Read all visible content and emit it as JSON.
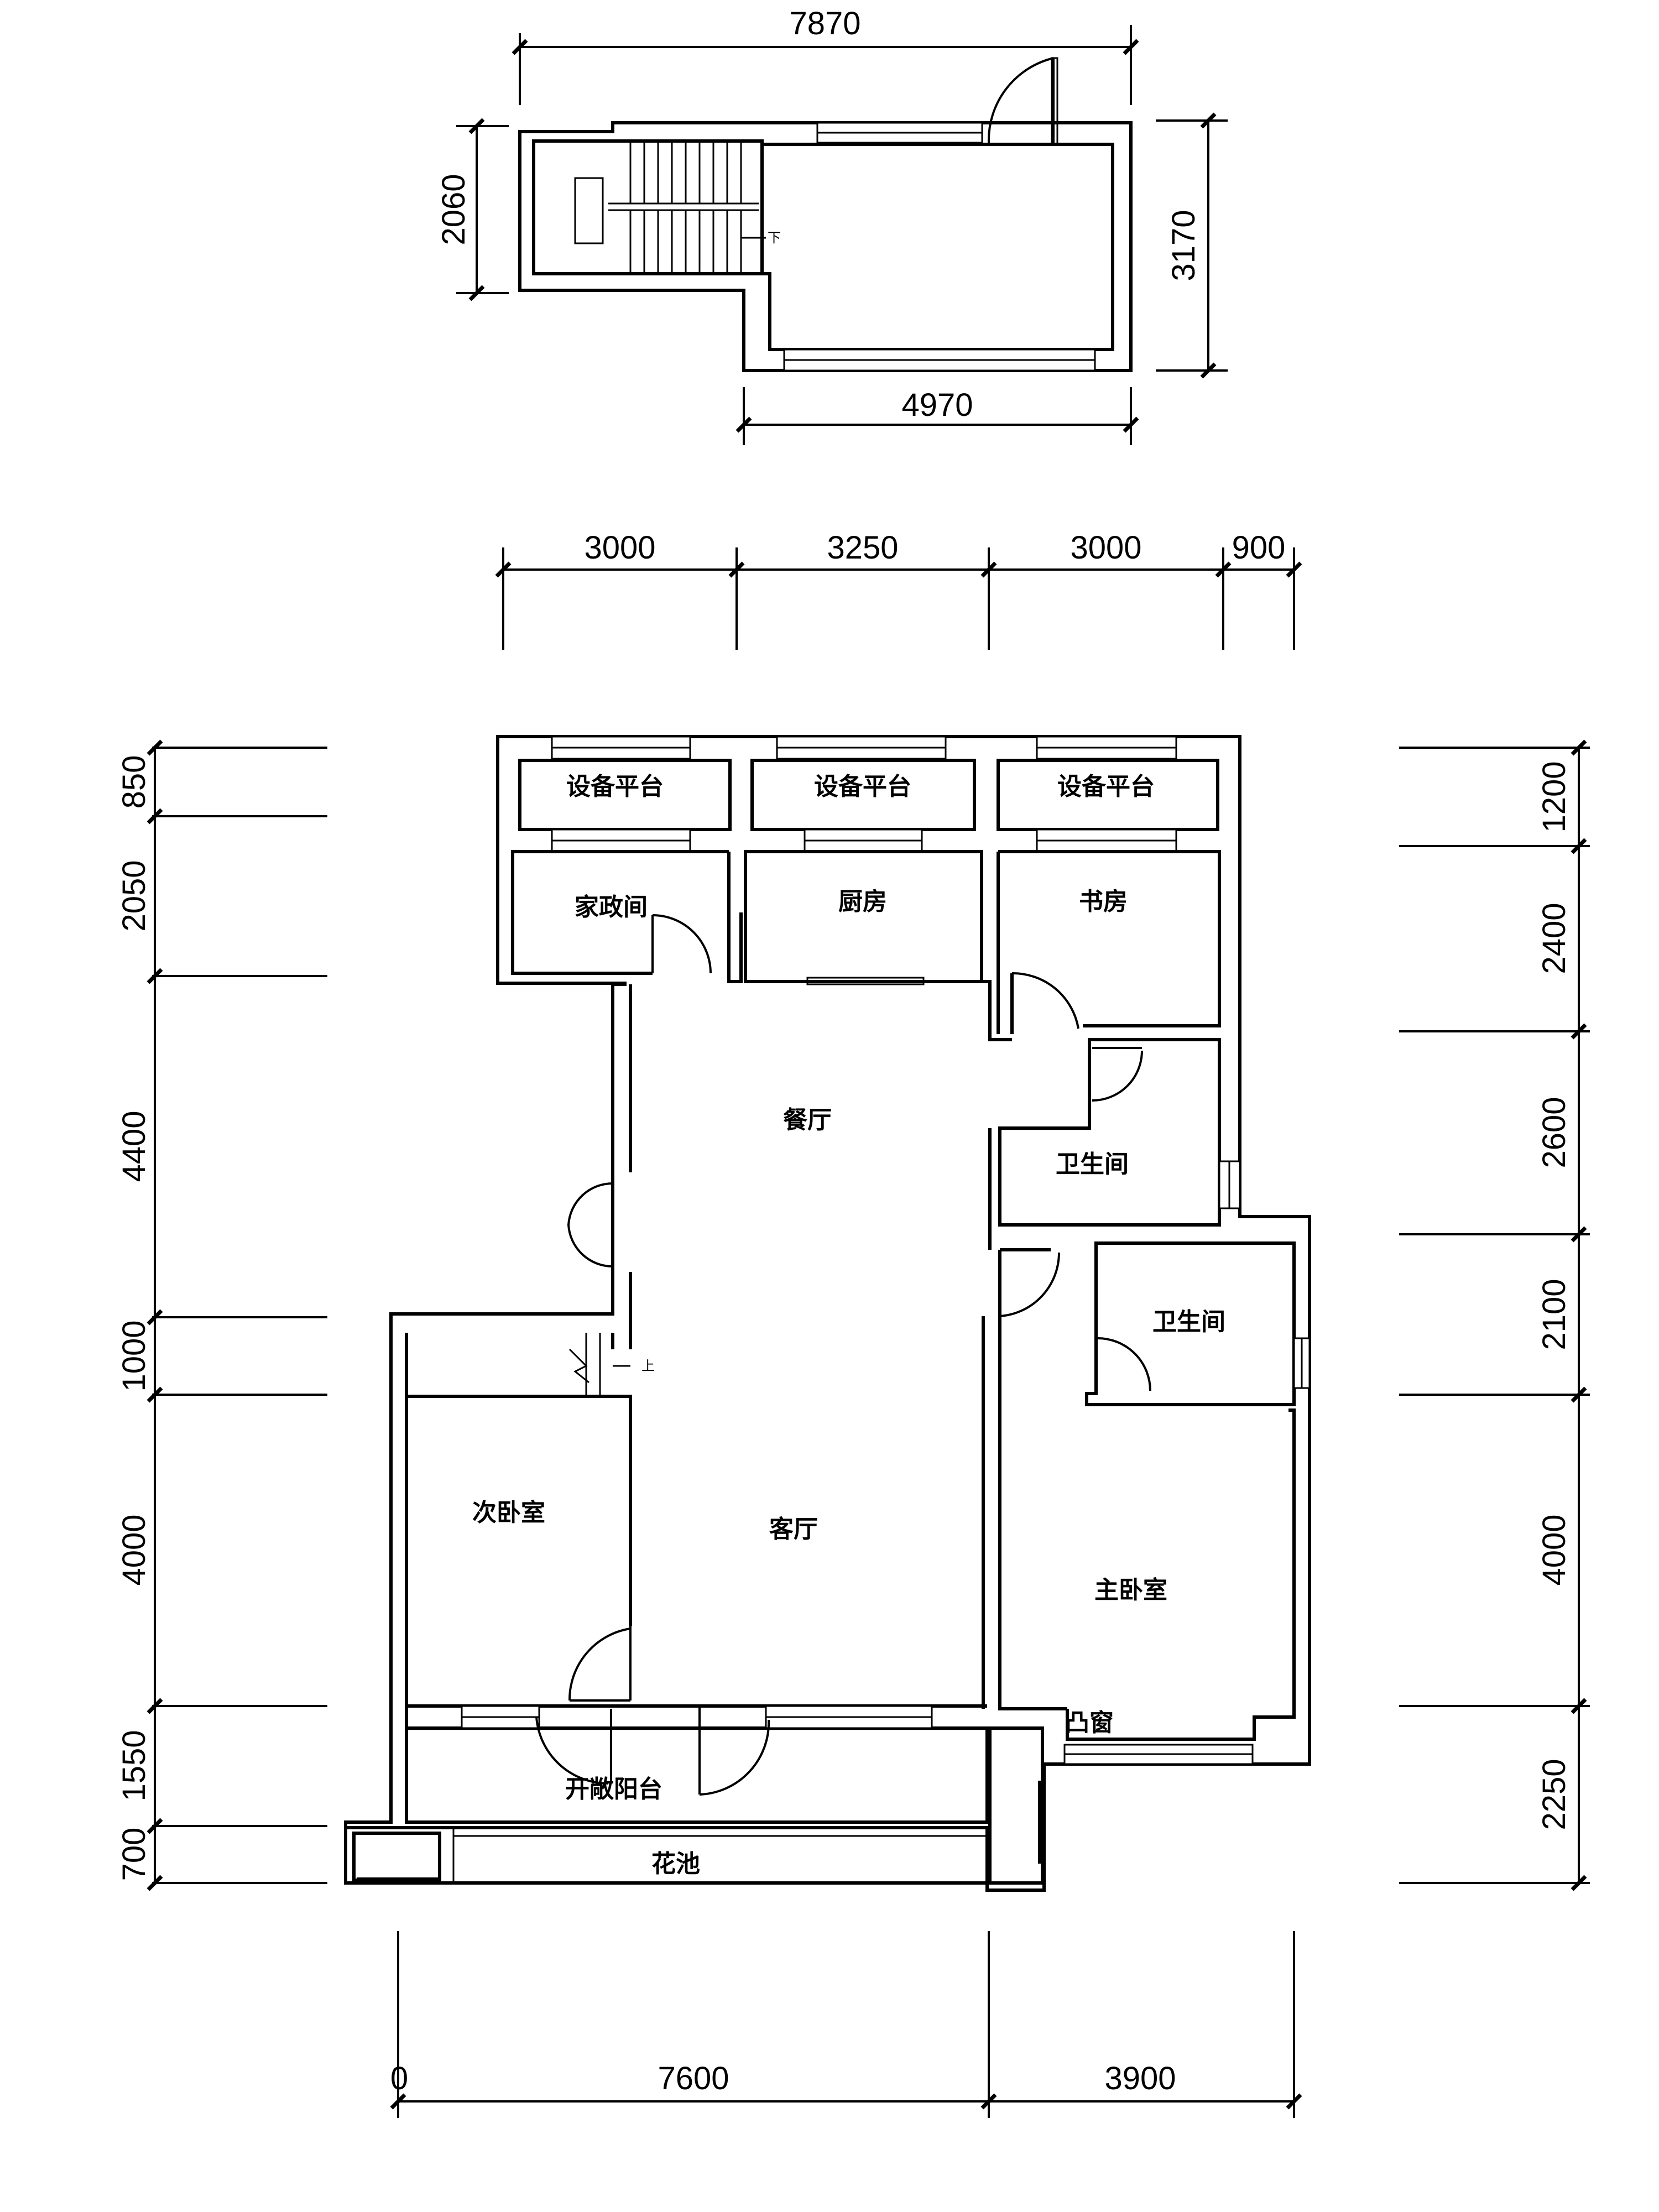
{
  "upper_floor": {
    "dim_top": "7870",
    "dim_left": "2060",
    "dim_right": "3170",
    "dim_bottom": "4970",
    "stair_label": "下"
  },
  "main_floor": {
    "dims_top": [
      "3000",
      "3250",
      "3000",
      "900"
    ],
    "dims_left": [
      "850",
      "2050",
      "4400",
      "1000",
      "4000",
      "1550",
      "700"
    ],
    "dims_right": [
      "1200",
      "2400",
      "2600",
      "2100",
      "4000",
      "2250"
    ],
    "dims_bottom": [
      "0",
      "7600",
      "3900"
    ],
    "stair_label": "上",
    "rooms": {
      "equip1": "设备平台",
      "equip2": "设备平台",
      "equip3": "设备平台",
      "utility": "家政间",
      "kitchen": "厨房",
      "study": "书房",
      "dining": "餐厅",
      "bath1": "卫生间",
      "bath2": "卫生间",
      "second_bedroom": "次卧室",
      "living": "客厅",
      "master_bedroom": "主卧室",
      "bay_window": "凸窗",
      "open_balcony": "开敞阳台",
      "flower_bed": "花池"
    }
  }
}
